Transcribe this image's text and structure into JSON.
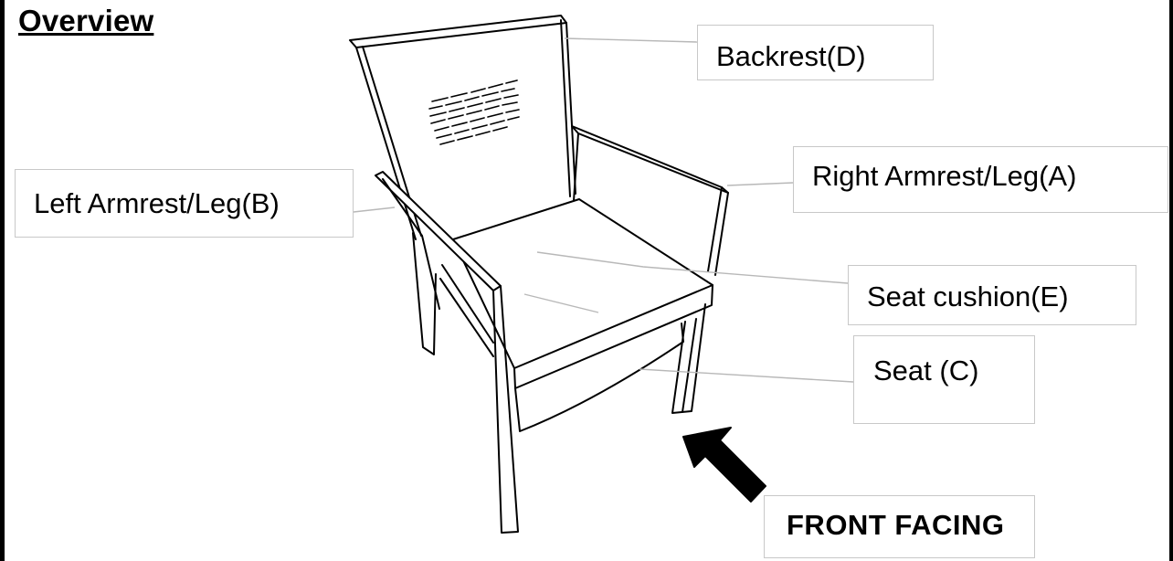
{
  "title": "Overview",
  "labels": {
    "backrest": "Backrest(D)",
    "right_armrest": "Right Armrest/Leg(A)",
    "left_armrest": "Left Armrest/Leg(B)",
    "seat_cushion": "Seat cushion(E)",
    "seat": "Seat (C)",
    "front_facing": "FRONT  FACING"
  },
  "colors": {
    "line": "#000000",
    "leader": "#b8b8b8",
    "box_border": "#c8c8c8",
    "background": "#ffffff"
  }
}
